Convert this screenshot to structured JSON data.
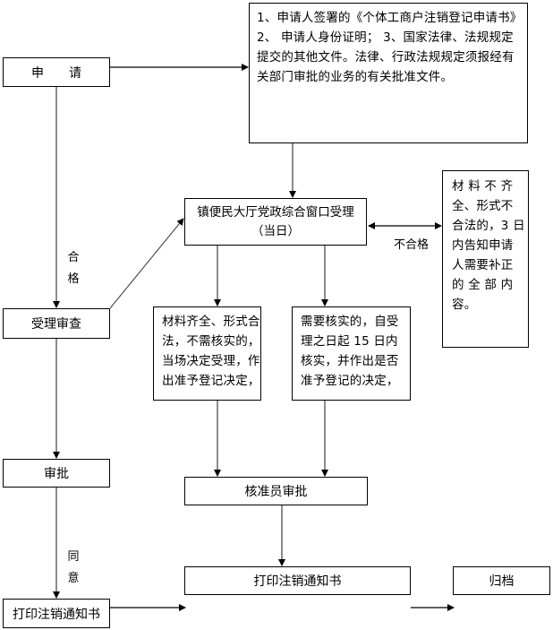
{
  "nodes": {
    "apply": {
      "label": "申　　请"
    },
    "materials": {
      "lines": [
        "1、申请人签署的《个体工商户注销登记申请书》",
        "2、 申请人身份证明； 3、国家法律、法规规定",
        "提交的其他文件。法律、行政法规规定须报经有",
        "关部门审批的业务的有关批准文件。"
      ]
    },
    "window": {
      "line1": "镇便民大厅党政综合窗口受理",
      "line2": "（当日）"
    },
    "incomplete": {
      "lines": [
        "材 料 不 齐",
        "全、形式不",
        "合法的，3 日",
        "内告知申请",
        "人需要补正",
        "的 全 部 内",
        "容。"
      ]
    },
    "review": {
      "label": "受理审查"
    },
    "direct": {
      "lines": [
        "材料齐全、形式合",
        "法，不需核实的，",
        "当场决定受理，作",
        "出准予登记决定，"
      ]
    },
    "verify": {
      "lines": [
        "需要核实的，自受",
        "理之日起 15 日内",
        "核实，并作出是否",
        "准予登记的决定，"
      ]
    },
    "approval": {
      "label": "审批"
    },
    "officer": {
      "label": "核准员审批"
    },
    "print_left": {
      "label": "打印注销通知书"
    },
    "print_center": {
      "label": "打印注销通知书"
    },
    "archive": {
      "label": "归档"
    }
  },
  "edge_labels": {
    "qualified": [
      "合",
      "格"
    ],
    "unqualified": "不合格",
    "agree": [
      "同",
      "意"
    ]
  }
}
